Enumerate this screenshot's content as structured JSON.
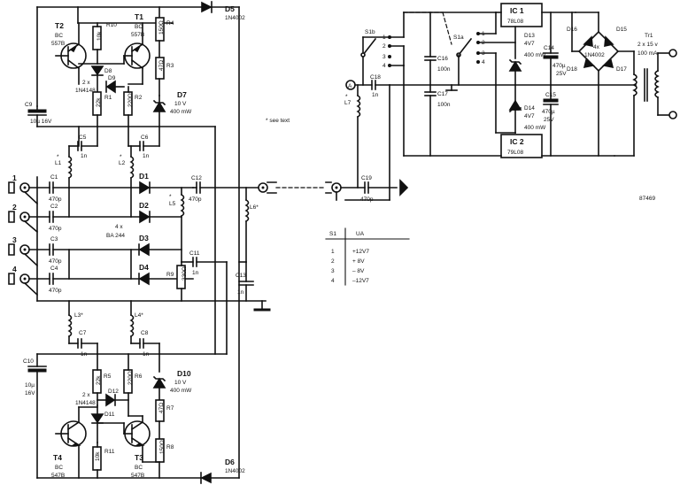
{
  "labels": {
    "t1": "T1",
    "t1_type": "BC",
    "t1_num": "557B",
    "t2": "T2",
    "t2_type": "BC",
    "t2_num": "557B",
    "t3": "T3",
    "t3_type": "BC",
    "t3_num": "547B",
    "t4": "T4",
    "t4_type": "BC",
    "t4_num": "547B",
    "r10": "R10",
    "r10_val": "10k",
    "r4": "R4",
    "r4_val": "150Ω",
    "r3": "R3",
    "r3_val": "47Ω",
    "r1": "R1",
    "r1_val": "22k",
    "r2": "R2",
    "r2_val": "220Ω",
    "r5": "R5",
    "r5_val": "22k",
    "r6": "R6",
    "r6_val": "220Ω",
    "r7": "R7",
    "r7_val": "47Ω",
    "r8": "R8",
    "r8_val": "150Ω",
    "r11": "R11",
    "r11_val": "10k",
    "r9": "R9",
    "r9_val": "330Ω",
    "d5": "D5",
    "d5_type": "1N4002",
    "d6": "D6",
    "d6_type": "1N4002",
    "d8": "D8",
    "d9": "D9",
    "d11": "D11",
    "d12": "D12",
    "d89_type_a": "2 x",
    "d89_type_b": "1N4148",
    "d1112_type_a": "2 x",
    "d1112_type_b": "1N4148",
    "d7": "D7",
    "d7_v": "10 V",
    "d7_p": "400 mW",
    "d10": "D10",
    "d10_v": "10 V",
    "d10_p": "400 mW",
    "c9": "C9",
    "c9_val": "10µ 16V",
    "c10": "C10",
    "c10_val_a": "10µ",
    "c10_val_b": "16V",
    "c5": "C5",
    "c5_val": "1n",
    "c6": "C6",
    "c6_val": "1n",
    "c7": "C7",
    "c7_val": "1n",
    "c8": "C8",
    "c8_val": "1n",
    "c1": "C1",
    "c1_val": "470p",
    "c2": "C2",
    "c2_val": "470p",
    "c3": "C3",
    "c3_val": "470p",
    "c4": "C4",
    "c4_val": "470p",
    "c11": "C11",
    "c11_val": "1n",
    "c12": "C12",
    "c12_val": "470p",
    "c13": "C13",
    "c13_val": "1n",
    "l1": "L1",
    "l2": "L2",
    "l3": "L3*",
    "l4": "L4*",
    "l5": "L5",
    "l6": "L6*",
    "l7": "L7",
    "star": "*",
    "d1": "D1",
    "d2": "D2",
    "d3": "D3",
    "d4": "D4",
    "d14_type_a": "4 x",
    "d14_type_b": "BA 244",
    "in1": "1",
    "in2": "2",
    "in3": "3",
    "in4": "4",
    "see_text": "* see text",
    "ic1": "IC 1",
    "ic1_type": "78L08",
    "ic2": "IC 2",
    "ic2_type": "79L08",
    "d13": "D13",
    "d13_v": "4V7",
    "d13_p": "400 mW",
    "d14": "D14",
    "d14_v": "4V7",
    "d14_p": "400 mW",
    "c14": "C14",
    "c14_val_a": "470µ",
    "c14_val_b": "25V",
    "c15": "C15",
    "c15_val_a": "470µ",
    "c15_val_b": "25V",
    "c16": "C16",
    "c16_val": "100n",
    "c17": "C17",
    "c17_val": "100n",
    "c18": "C18",
    "c18_val": "1n",
    "c19": "C19",
    "c19_val": "470p",
    "s1a": "S1a",
    "s1b": "S1b",
    "sw1": "1",
    "sw2": "2",
    "sw3": "3",
    "sw4": "4",
    "node_a": "A",
    "d15": "D15",
    "d16": "D16",
    "d17": "D17",
    "d18": "D18",
    "bridge_a": "4x",
    "bridge_b": "1N4002",
    "tr1": "Tr1",
    "tr1_v": "2 x 15 v",
    "tr1_i": "100 mA",
    "fig_no": "87469"
  },
  "table": {
    "header_s1": "S1",
    "header_ua": "UA",
    "rows": [
      {
        "s": "1",
        "u": "+12V7"
      },
      {
        "s": "2",
        "u": "+ 8V"
      },
      {
        "s": "3",
        "u": "– 8V"
      },
      {
        "s": "4",
        "u": "–12V7"
      }
    ]
  }
}
